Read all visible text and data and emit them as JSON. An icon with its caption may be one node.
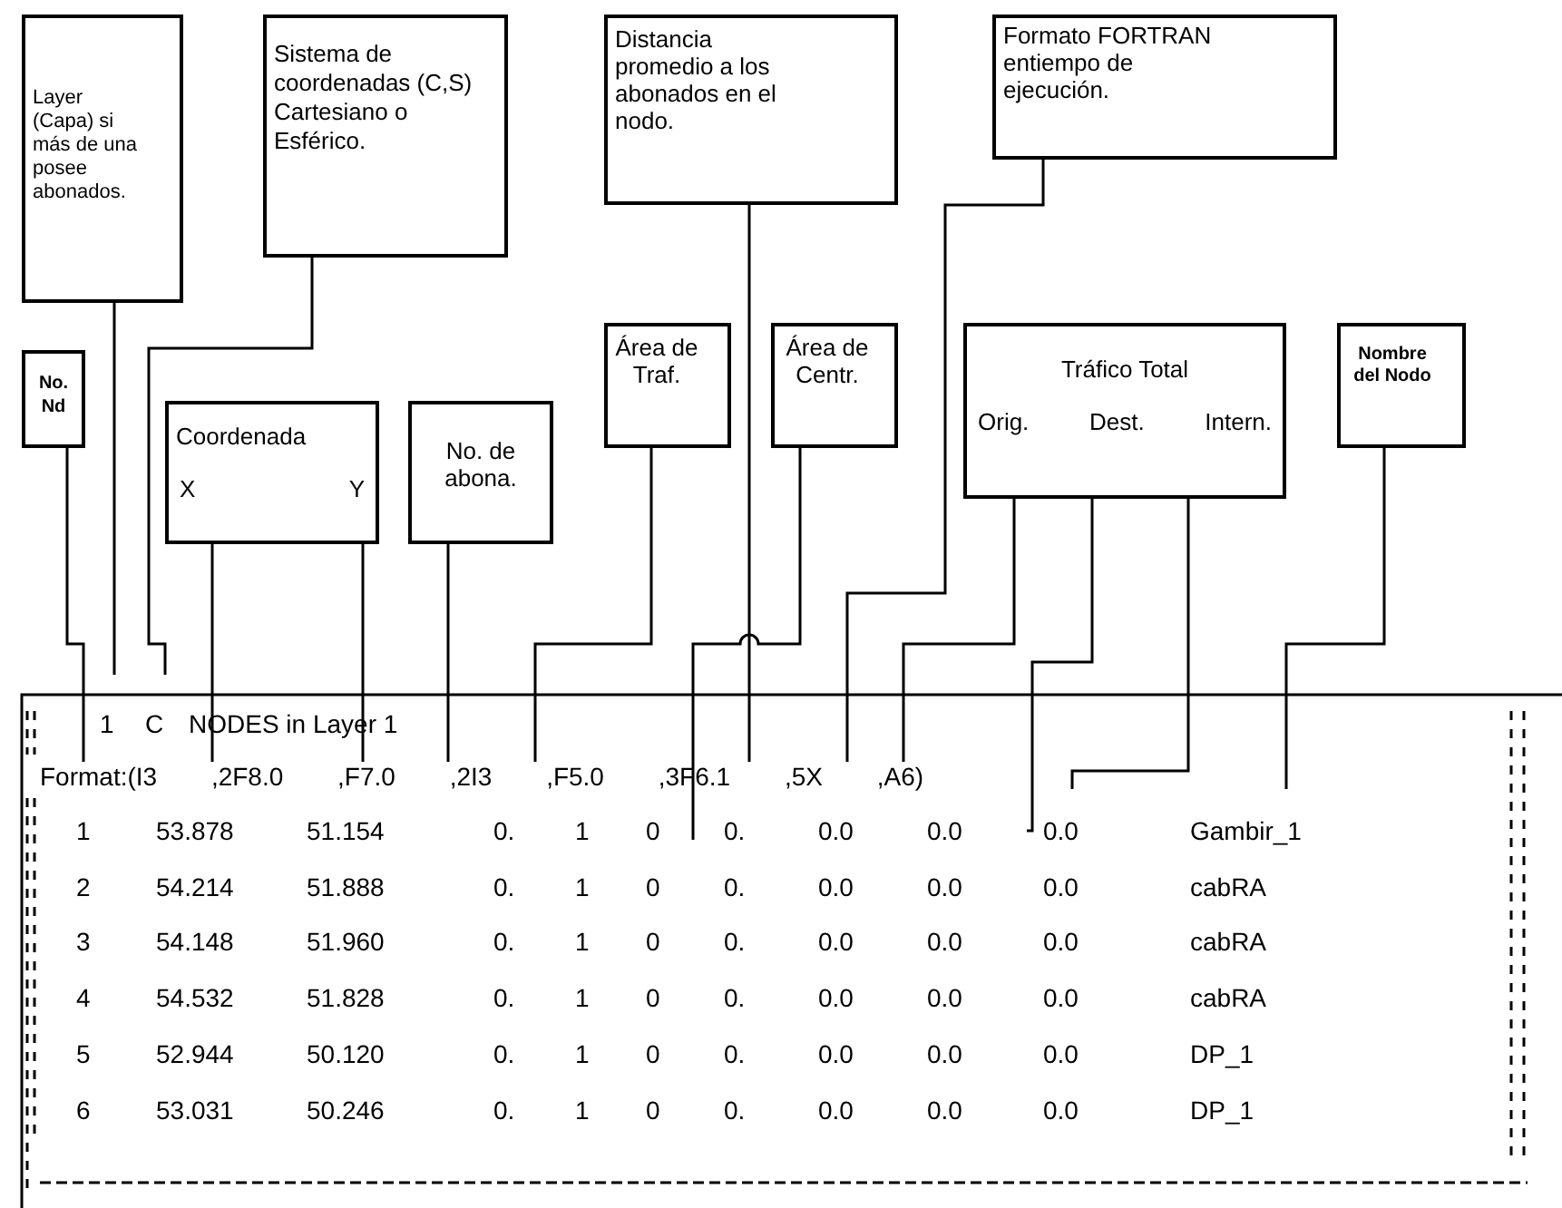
{
  "diagram": {
    "nodes": [
      {
        "text": [
          "Layer (Capa) si más de una posee abonados."
        ]
      },
      {
        "text": [
          "Sistema de coordenadas (C,S) Cartesiano o Esférico."
        ]
      },
      {
        "text": [
          "Distancia promedio a los abonados en el nodo."
        ]
      },
      {
        "text": [
          "Formato FORTRAN entiempo de ejecución."
        ]
      },
      {
        "text": [
          "No. Nd"
        ]
      },
      {
        "text": [
          "Coordenada",
          "X",
          "Y"
        ]
      },
      {
        "text": [
          "No. de abona."
        ]
      },
      {
        "text": [
          "Área de Traf."
        ]
      },
      {
        "text": [
          "Área de Centr."
        ]
      },
      {
        "text": [
          "Tráfico Total",
          "Orig.",
          "Dest.",
          "Intern."
        ]
      },
      {
        "text": [
          "Nombre del Nodo"
        ]
      },
      {
        "text": [
          "Format:(I3 ,2F8.0 ,F7.0 ,2I3 ,F5.0 ,3F6.1 ,5X ,A6)"
        ]
      }
    ],
    "edges": [
      {
        "from": 0,
        "to": null,
        "arrow": "none"
      },
      {
        "from": 4,
        "to": 11,
        "arrow": "none"
      },
      {
        "from": 1,
        "to": null,
        "arrow": "none"
      },
      {
        "from": 5,
        "to": 11,
        "arrow": "none"
      },
      {
        "from": 5,
        "to": 11,
        "arrow": "none"
      },
      {
        "from": 6,
        "to": 11,
        "arrow": "none"
      },
      {
        "from": 7,
        "to": 11,
        "arrow": "none"
      },
      {
        "from": 2,
        "to": 11,
        "arrow": "none"
      },
      {
        "from": 8,
        "to": null,
        "arrow": "none"
      },
      {
        "from": 3,
        "to": 11,
        "arrow": "none"
      },
      {
        "from": 9,
        "to": 11,
        "arrow": "none"
      },
      {
        "from": 9,
        "to": null,
        "arrow": "none"
      },
      {
        "from": 9,
        "to": null,
        "arrow": "none"
      },
      {
        "from": 10,
        "to": null,
        "arrow": "none"
      }
    ],
    "labels": [
      "1",
      "C",
      "NODES in Layer 1",
      "1",
      "53.878",
      "51.154",
      "0.",
      "1",
      "0",
      "0.",
      "0.0",
      "0.0",
      "0.0",
      "Gambir_1",
      "2",
      "54.214",
      "51.888",
      "0.",
      "1",
      "0",
      "0.",
      "0.0",
      "0.0",
      "0.0",
      "cabRA",
      "3",
      "54.148",
      "51.960",
      "0.",
      "1",
      "0",
      "0.",
      "0.0",
      "0.0",
      "0.0",
      "cabRA",
      "4",
      "54.532",
      "51.828",
      "0.",
      "1",
      "0",
      "0.",
      "0.0",
      "0.0",
      "0.0",
      "cabRA",
      "5",
      "52.944",
      "50.120",
      "0.",
      "1",
      "0",
      "0.",
      "0.0",
      "0.0",
      "0.0",
      "DP_1",
      "6",
      "53.031",
      "50.246",
      "0.",
      "1",
      "0",
      "0.",
      "0.0",
      "0.0",
      "0.0",
      "DP_1"
    ]
  }
}
